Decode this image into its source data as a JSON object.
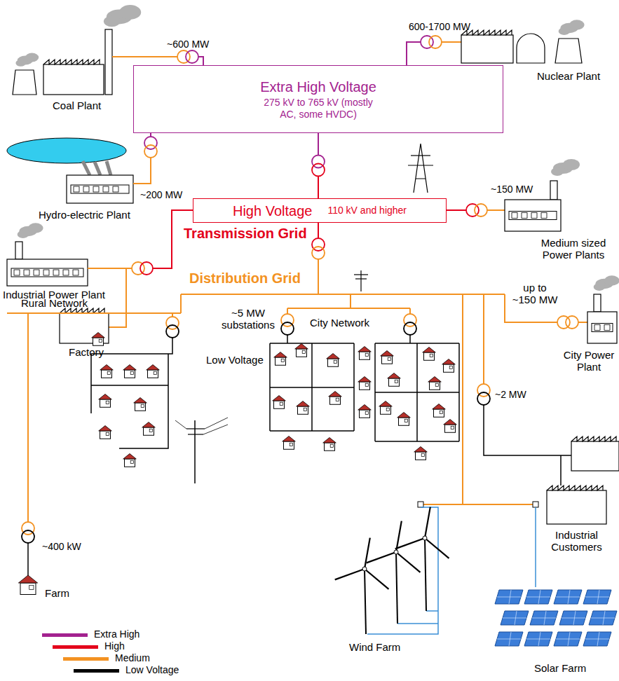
{
  "diagram": {
    "nodes": [
      {
        "text": [
          "Extra High Voltage",
          "275 kV to 765 kV (mostly AC, some HVDC)"
        ]
      },
      {
        "text": [
          "High Voltage",
          "110 kV and higher"
        ]
      }
    ],
    "edges": [
      {
        "from": 0,
        "to": 1,
        "arrow": "none"
      }
    ],
    "labels": [
      "~600 MW",
      "600-1700 MW",
      "Coal Plant",
      "Nuclear Plant",
      "~200 MW",
      "Hydro-electric Plant",
      "~150 MW",
      "Industrial Power Plant",
      "Medium sized Power Plants",
      "Transmission Grid",
      "Factory",
      "Distribution Grid",
      "up to ~150 MW",
      "~5 MW substations",
      "City Network",
      "Rural Network",
      "City Power Plant",
      "Low Voltage",
      "~2 MW",
      "~400 kW",
      "Farm",
      "Industrial Customers",
      "Wind Farm",
      "Solar Farm"
    ],
    "legend": [
      {
        "text": "Extra High",
        "color": "#a3228f"
      },
      {
        "text": "High",
        "color": "#e4001b"
      },
      {
        "text": "Medium",
        "color": "#f39222"
      },
      {
        "text": "Low Voltage",
        "color": "#000000"
      }
    ]
  }
}
